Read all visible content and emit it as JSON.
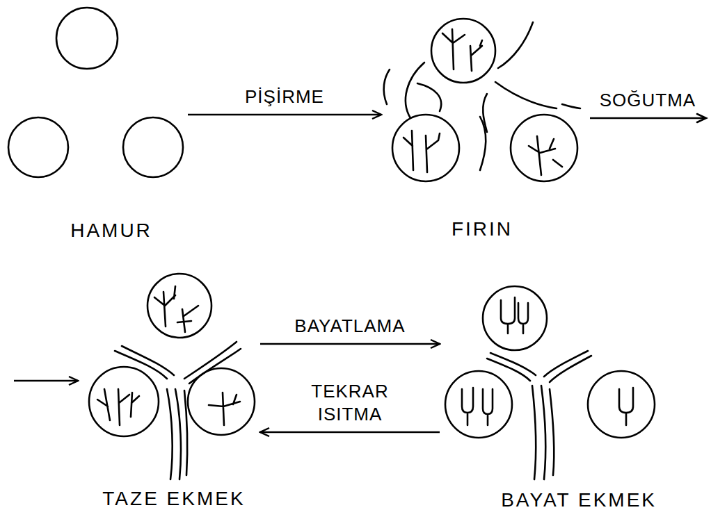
{
  "diagram": {
    "nodes": [
      {
        "text": [
          "HAMUR"
        ]
      },
      {
        "text": [
          "FIRIN"
        ]
      },
      {
        "text": [
          "TAZE EKMEK"
        ]
      },
      {
        "text": [
          "BAYAT EKMEK"
        ]
      }
    ],
    "edges": [
      {
        "from": 0,
        "to": 1,
        "arrow": "to",
        "label": "PİŞİRME"
      },
      {
        "from": 1,
        "to": 2,
        "arrow": "to",
        "label": "SOĞUTMA"
      },
      {
        "from": 2,
        "to": 3,
        "arrow": "to",
        "label": "BAYATLAMA"
      },
      {
        "from": 3,
        "to": 2,
        "arrow": "to",
        "label": "TEKRAR ISITMA"
      }
    ]
  }
}
